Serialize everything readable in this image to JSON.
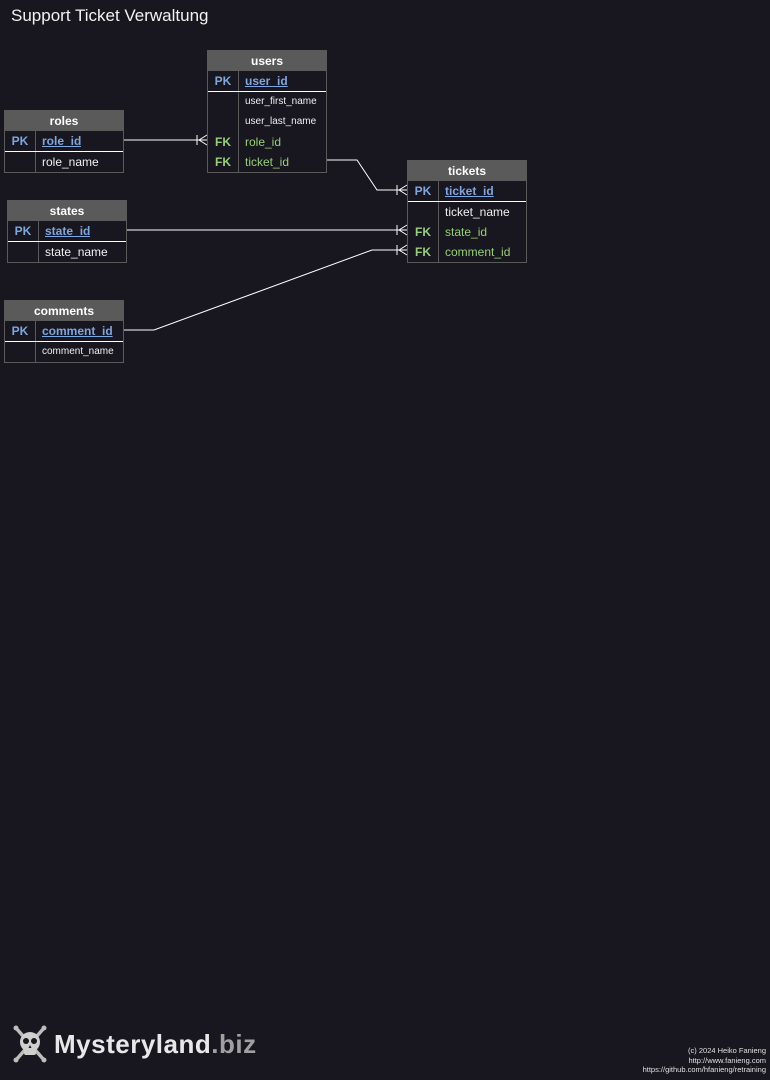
{
  "title": "Support Ticket Verwaltung",
  "colors": {
    "background": "#18161e",
    "header": "#5a5a5a",
    "pk": "#7ea6e0",
    "fk": "#97d077",
    "text": "#f0f0f0"
  },
  "entities": {
    "users": {
      "name": "users",
      "rows": [
        {
          "key": "PK",
          "field": "user_id"
        },
        {
          "key": "",
          "field": "user_first_name"
        },
        {
          "key": "",
          "field": "user_last_name"
        },
        {
          "key": "FK",
          "field": "role_id"
        },
        {
          "key": "FK",
          "field": "ticket_id"
        }
      ]
    },
    "roles": {
      "name": "roles",
      "rows": [
        {
          "key": "PK",
          "field": "role_id"
        },
        {
          "key": "",
          "field": "role_name"
        }
      ]
    },
    "states": {
      "name": "states",
      "rows": [
        {
          "key": "PK",
          "field": "state_id"
        },
        {
          "key": "",
          "field": "state_name"
        }
      ]
    },
    "comments": {
      "name": "comments",
      "rows": [
        {
          "key": "PK",
          "field": "comment_id"
        },
        {
          "key": "",
          "field": "comment_name"
        }
      ]
    },
    "tickets": {
      "name": "tickets",
      "rows": [
        {
          "key": "PK",
          "field": "ticket_id"
        },
        {
          "key": "",
          "field": "ticket_name"
        },
        {
          "key": "FK",
          "field": "state_id"
        },
        {
          "key": "FK",
          "field": "comment_id"
        }
      ]
    }
  },
  "relationships": [
    {
      "from": "roles.role_id",
      "to": "users.role_id",
      "cardinality": "one-to-many"
    },
    {
      "from": "users.ticket_id",
      "to": "tickets.ticket_id",
      "cardinality": "one-to-many"
    },
    {
      "from": "states.state_id",
      "to": "tickets.state_id",
      "cardinality": "one-to-many"
    },
    {
      "from": "comments.comment_id",
      "to": "tickets.comment_id",
      "cardinality": "one-to-many"
    }
  ],
  "logo": {
    "name": "Mysteryland",
    "tld": ".biz",
    "icon": "skull-crossbones-icon"
  },
  "credits": {
    "line1": "(c) 2024 Heiko Fanieng",
    "line2": "http://www.fanieng.com",
    "line3": "https://github.com/hfanieng/retraining"
  }
}
